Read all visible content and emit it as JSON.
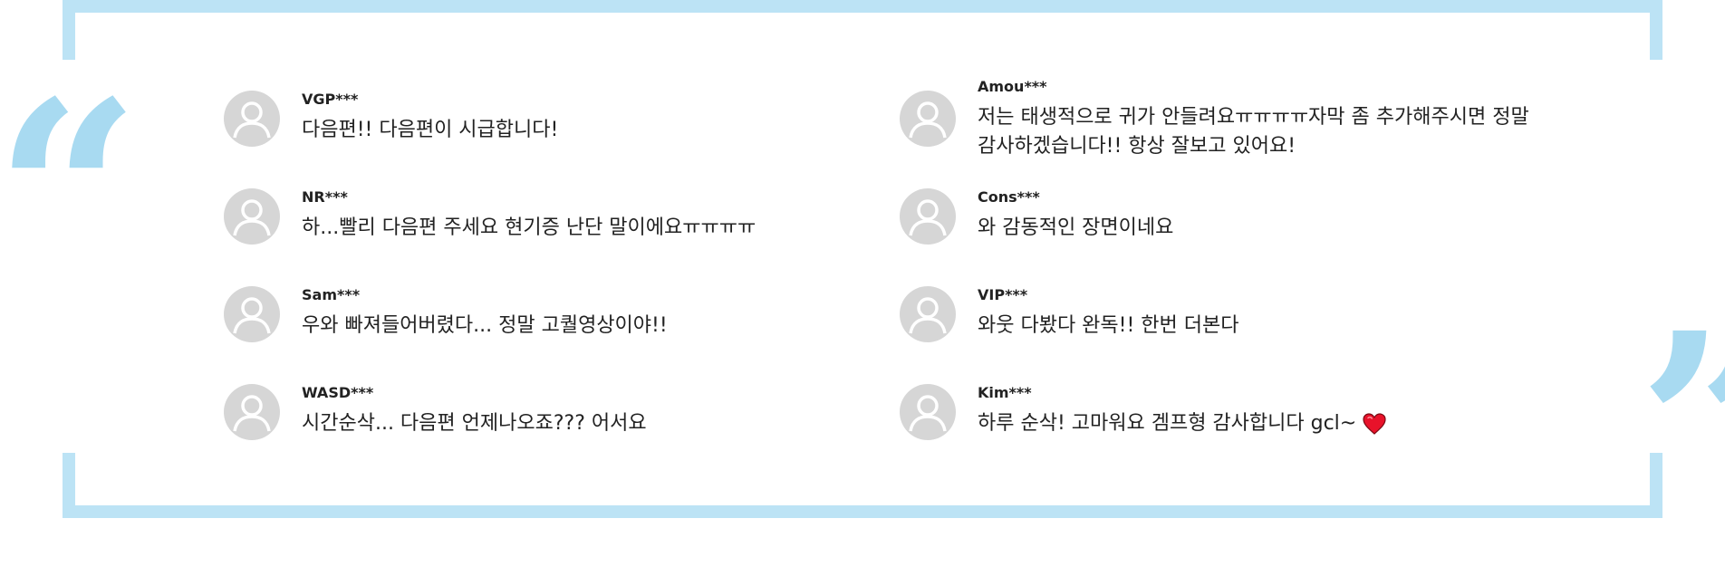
{
  "colors": {
    "frame": "#bce3f5",
    "quote_mark": "#a8daf1",
    "avatar": "#d6d6d6",
    "heart": "#e8122a"
  },
  "decor": {
    "open_quote": "“",
    "close_quote": "”"
  },
  "reviews": [
    {
      "user": "VGP***",
      "comment": "다음편!! 다음편이 시급합니다!",
      "icon": "avatar-icon"
    },
    {
      "user": "Amou***",
      "comment": "저는 태생적으로 귀가 안들려요ㅠㅠㅠㅠ자막 좀 추가해주시면 정말 감사하겠습니다!! 항상 잘보고 있어요!",
      "icon": "avatar-icon"
    },
    {
      "user": "NR***",
      "comment": "하...빨리 다음편 주세요 현기증 난단 말이에요ㅠㅠㅠㅠ",
      "icon": "avatar-icon"
    },
    {
      "user": "Cons***",
      "comment": "와 감동적인 장면이네요",
      "icon": "avatar-icon"
    },
    {
      "user": "Sam***",
      "comment": "우와 빠져들어버렸다... 정말 고퀄영상이야!!",
      "icon": "avatar-icon"
    },
    {
      "user": "VIP***",
      "comment": "와웃 다봤다 완독!! 한번 더본다",
      "icon": "avatar-icon"
    },
    {
      "user": "WASD***",
      "comment": "시간순삭... 다음편 언제나오죠??? 어서요",
      "icon": "avatar-icon"
    },
    {
      "user": "Kim***",
      "comment": "하루 순삭! 고마워요 겜프형 감사합니다 gcl~",
      "icon": "avatar-icon",
      "emoji": "heart-icon"
    }
  ]
}
